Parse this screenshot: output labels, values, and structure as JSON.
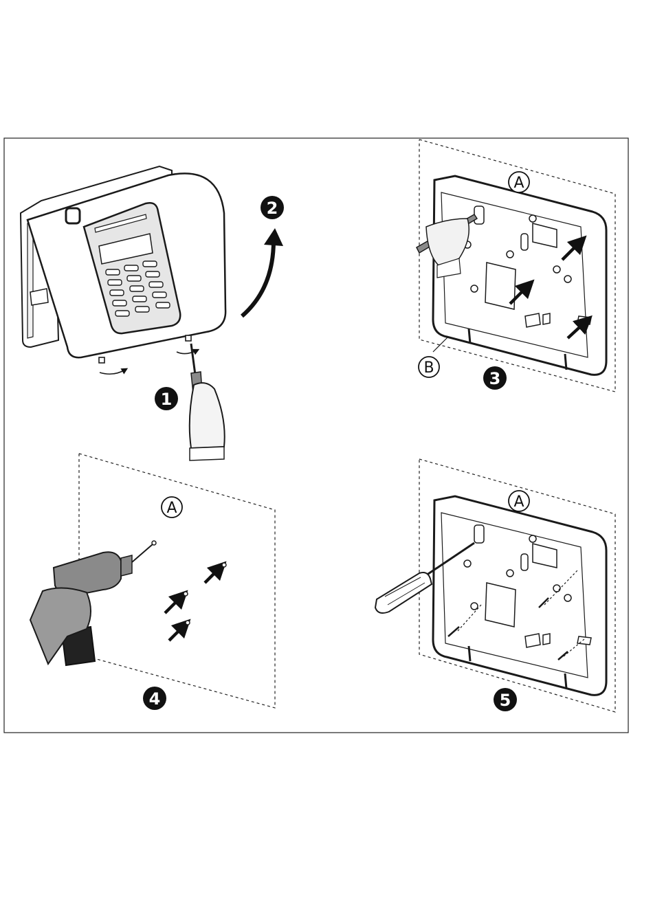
{
  "steps": {
    "s1": "1",
    "s2": "2",
    "s3": "3",
    "s4": "4",
    "s5": "5"
  },
  "callouts": {
    "a_top": "A",
    "b_top": "B",
    "a_drill": "A",
    "a_bottom": "A"
  },
  "colors": {
    "line": "#1a1a1a",
    "step_badge": "#111111",
    "keypad_grey": "#e6e6e6",
    "tool_grey": "#8a8a8a"
  },
  "icons": {
    "screwdriver": "screwdriver-icon",
    "drill": "drill-icon",
    "hand": "hand-icon",
    "arrow": "arrow-icon"
  }
}
